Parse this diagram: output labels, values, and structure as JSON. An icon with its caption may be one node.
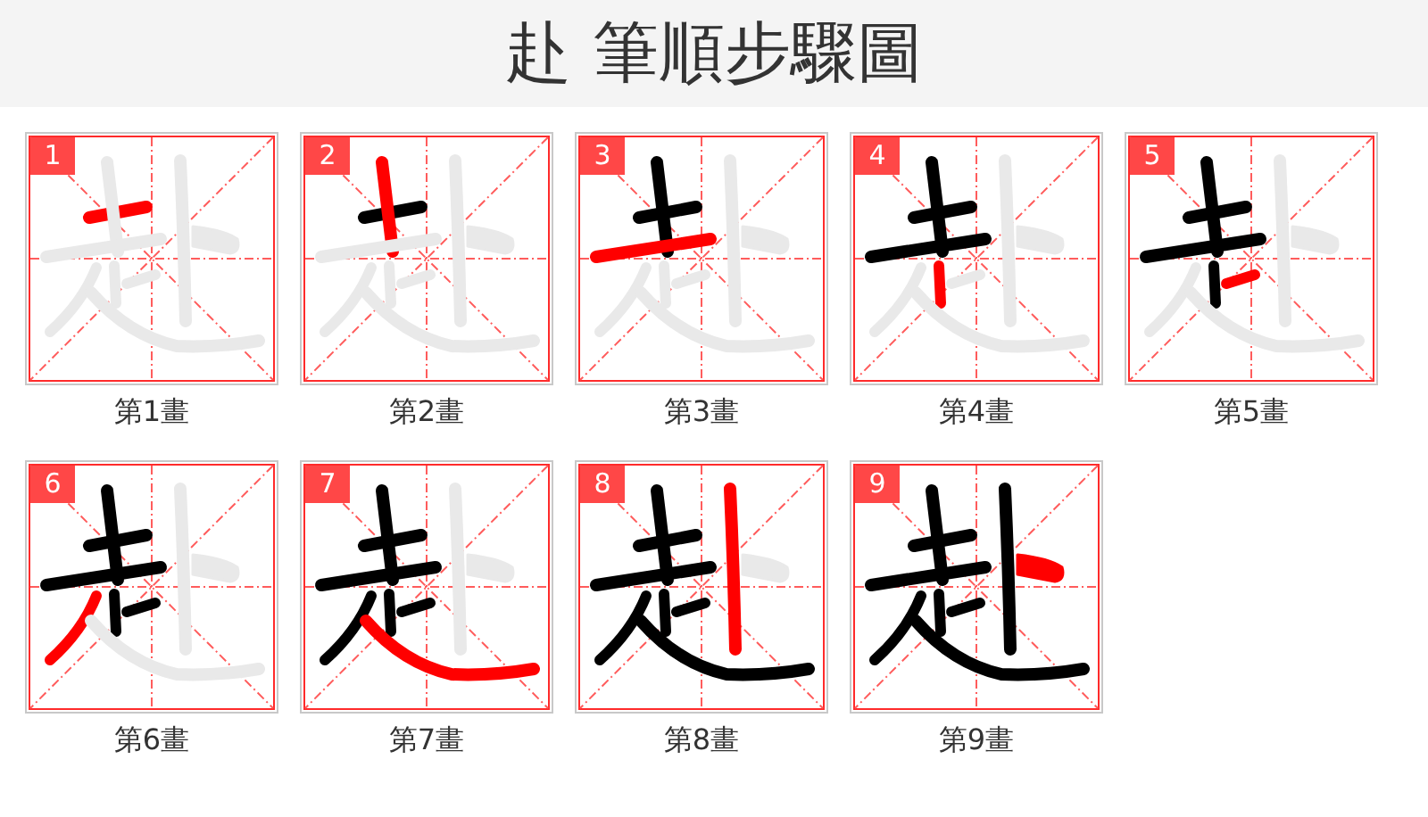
{
  "diagram": {
    "title": "赴 筆順步驟圖",
    "nodes": [
      {
        "text": [
          "1"
        ],
        "beside": [
          "第1畫"
        ]
      },
      {
        "text": [
          "2"
        ],
        "beside": [
          "第2畫"
        ]
      },
      {
        "text": [
          "3"
        ],
        "beside": [
          "第3畫"
        ]
      },
      {
        "text": [
          "4"
        ],
        "beside": [
          "第4畫"
        ]
      },
      {
        "text": [
          "5"
        ],
        "beside": [
          "第5畫"
        ]
      },
      {
        "text": [
          "6"
        ],
        "beside": [
          "第6畫"
        ]
      },
      {
        "text": [
          "7"
        ],
        "beside": [
          "第7畫"
        ]
      },
      {
        "text": [
          "8"
        ],
        "beside": [
          "第8畫"
        ]
      },
      {
        "text": [
          "9"
        ],
        "beside": [
          "第9畫"
        ]
      }
    ]
  }
}
